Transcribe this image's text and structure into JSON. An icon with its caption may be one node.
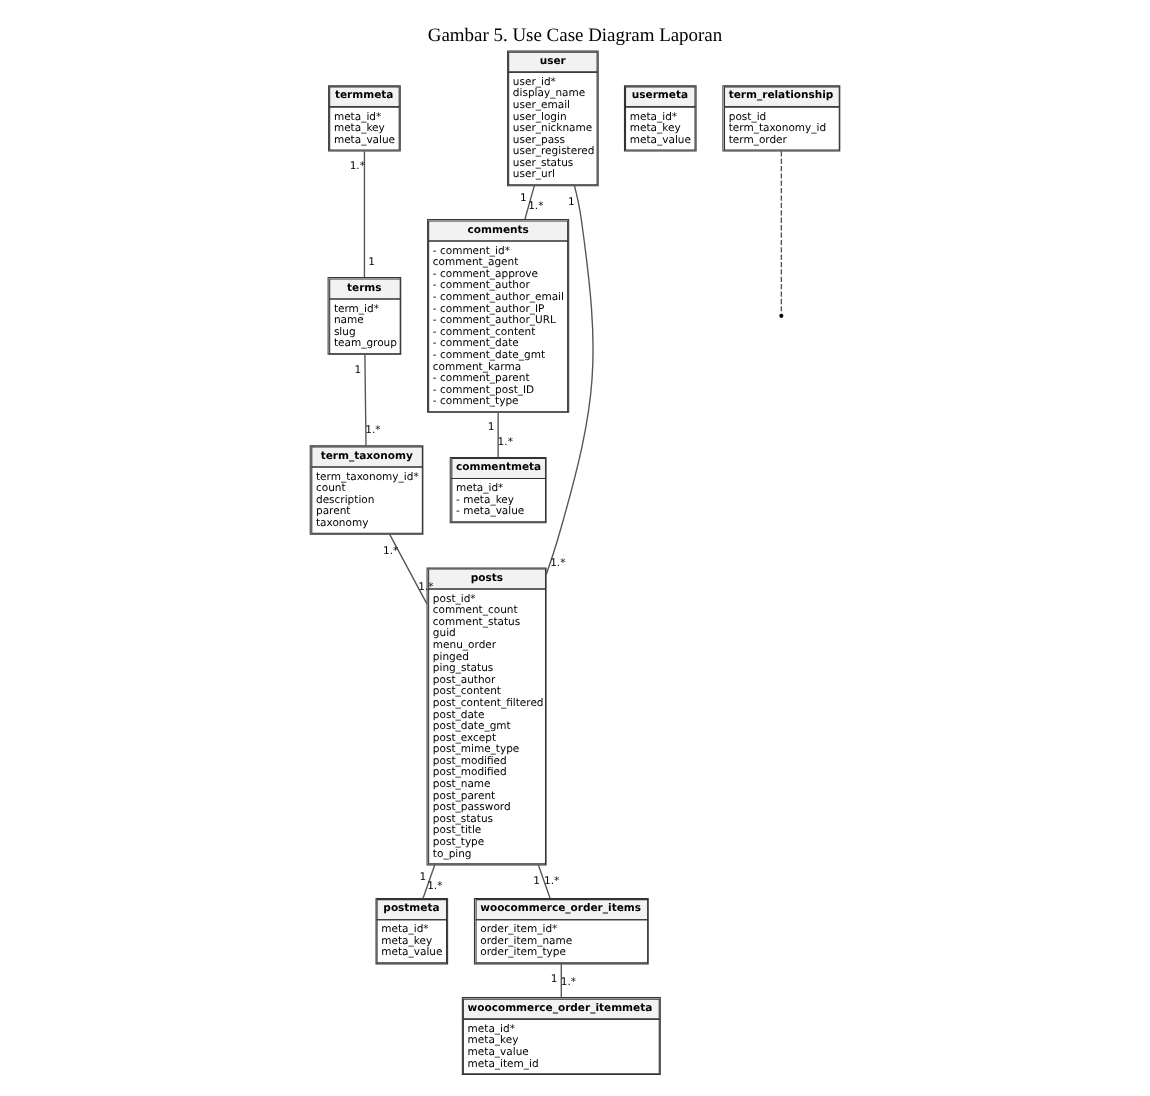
{
  "diagram": {
    "title": "Gambar 5. Use Case Diagram Laporan",
    "nodes": [
      {
        "text": [
          "termmeta",
          "meta_id*",
          "meta_key",
          "meta_value"
        ]
      },
      {
        "text": [
          "user",
          "user_id*",
          "display_name",
          "user_email",
          "user_login",
          "user_nickname",
          "user_pass",
          "user_registered",
          "user_status",
          "user_url"
        ]
      },
      {
        "text": [
          "usermeta",
          "meta_id*",
          "meta_key",
          "meta_value"
        ]
      },
      {
        "text": [
          "terms",
          "term_id*",
          "name",
          "slug",
          "team_group"
        ]
      },
      {
        "text": [
          "comments",
          "- comment_id*",
          "comment_agent",
          "- comment_approve",
          "- comment_author",
          "- comment_author_email",
          "- comment_author_IP",
          "- comment_author_URL",
          "- comment_content",
          "- comment_date",
          "- comment_date_gmt",
          "comment_karma",
          "- comment_parent",
          "- comment_post_ID",
          "- comment_type"
        ]
      },
      {
        "text": [
          "term_taxonomy",
          "term_taxonomy_id*",
          "count",
          "description",
          "parent",
          "taxonomy"
        ]
      },
      {
        "text": [
          "posts",
          "post_id*",
          "comment_count",
          "comment_status",
          "guid",
          "menu_order",
          "pinged",
          "ping_status",
          "post_author",
          "post_content",
          "post_content_filtered",
          "post_date",
          "post_date_gmt",
          "post_except",
          "post_mime_type",
          "post_modified",
          "post_modified",
          "post_name",
          "post_parent",
          "post_password",
          "post_status",
          "post_title",
          "post_type",
          "to_ping"
        ]
      },
      {
        "text": [
          "term_relationship",
          "post_id",
          "term_taxonomy_id",
          "term_order"
        ]
      },
      {
        "text": [
          "commentmeta",
          "meta_id*",
          "- meta_key",
          "- meta_value"
        ]
      },
      {
        "text": [
          "postmeta",
          "meta_id*",
          "meta_key",
          "meta_value"
        ]
      },
      {
        "text": [
          "woocommerce_order_itemmeta",
          "meta_id*",
          "meta_key",
          "meta_value",
          "meta_item_id"
        ]
      },
      {
        "text": [
          "woocommerce_order_items",
          "order_item_id*",
          "order_item_name",
          "order_item_type"
        ]
      }
    ],
    "edges": [
      {
        "from": 0,
        "to": 3,
        "arrow": "none"
      },
      {
        "from": 3,
        "to": 5,
        "arrow": "none"
      },
      {
        "from": 5,
        "to": 6,
        "arrow": "none"
      },
      {
        "from": 7,
        "to": null,
        "arrow": "none",
        "style": "dashed"
      },
      {
        "from": 1,
        "to": 6,
        "arrow": "none"
      },
      {
        "from": 1,
        "to": 4,
        "arrow": "none"
      },
      {
        "from": 4,
        "to": 8,
        "arrow": "none"
      },
      {
        "from": 6,
        "to": 9,
        "arrow": "none"
      },
      {
        "from": 6,
        "to": 11,
        "arrow": "none"
      },
      {
        "from": 11,
        "to": 10,
        "arrow": "none"
      }
    ],
    "labels": [
      "1.*",
      "1",
      "1",
      "1.*",
      "1.*",
      "1.*",
      "1",
      "1.*",
      "1",
      "1.*",
      "1",
      "1.*",
      "1",
      "1.*",
      "1",
      "1.*",
      "1",
      "1.*"
    ]
  }
}
